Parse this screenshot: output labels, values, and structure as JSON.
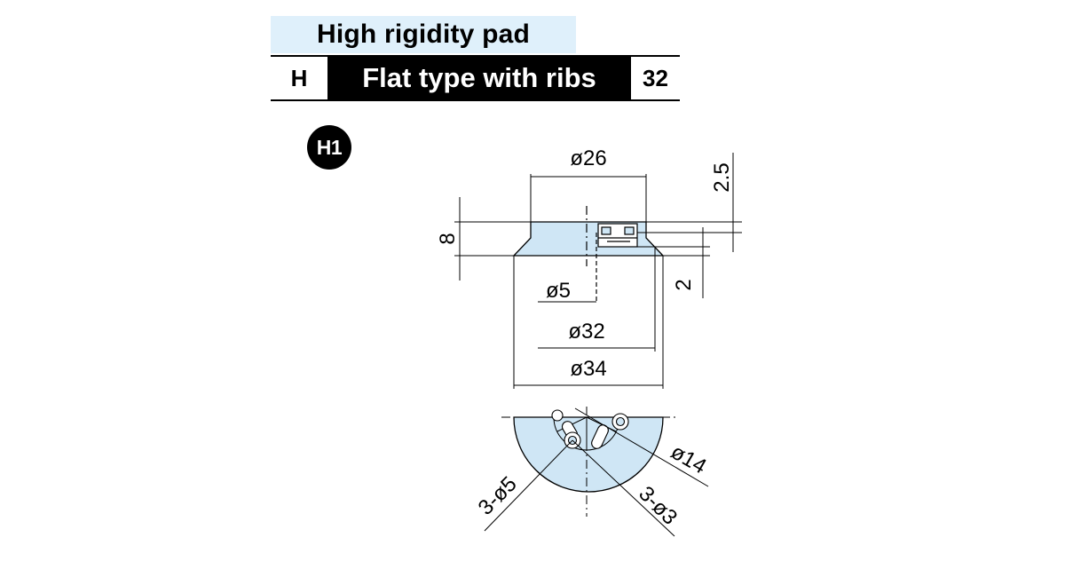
{
  "header": {
    "title": "High rigidity pad",
    "series_code": "H",
    "type_name": "Flat type with ribs",
    "size_code": "32"
  },
  "variant_badge": "H1",
  "dimensions": {
    "d26": "ø26",
    "d5": "ø5",
    "d32": "ø32",
    "d34": "ø34",
    "h8": "8",
    "h2_5": "2.5",
    "h2": "2",
    "d14": "ø14",
    "holes_large": "3-ø5",
    "holes_small": "3-ø3"
  },
  "colors": {
    "pad_fill": "#cfe6f5",
    "header_fill": "#dff0fb",
    "line": "#000000"
  }
}
